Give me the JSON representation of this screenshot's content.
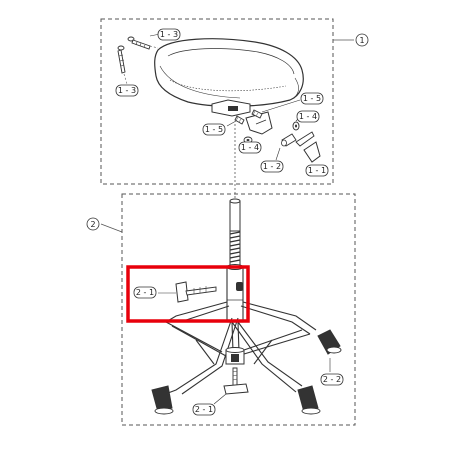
{
  "callouts": {
    "group_1": "1",
    "group_2": "2",
    "part_1_3_a": "1 - 3",
    "part_1_3_b": "1 - 3",
    "part_1_5_a": "1 - 5",
    "part_1_5_b": "1 - 5",
    "part_1_4_a": "1 - 4",
    "part_1_4_b": "1 - 4",
    "part_1_2": "1 - 2",
    "part_1_1": "1 - 1",
    "part_2_1_a": "2 - 1",
    "part_2_1_b": "2 - 1",
    "part_2_2": "2 - 2"
  },
  "colors": {
    "line": "#333333",
    "dash": "#555555",
    "highlight": "#e8000b",
    "fill_dark": "#333333"
  }
}
